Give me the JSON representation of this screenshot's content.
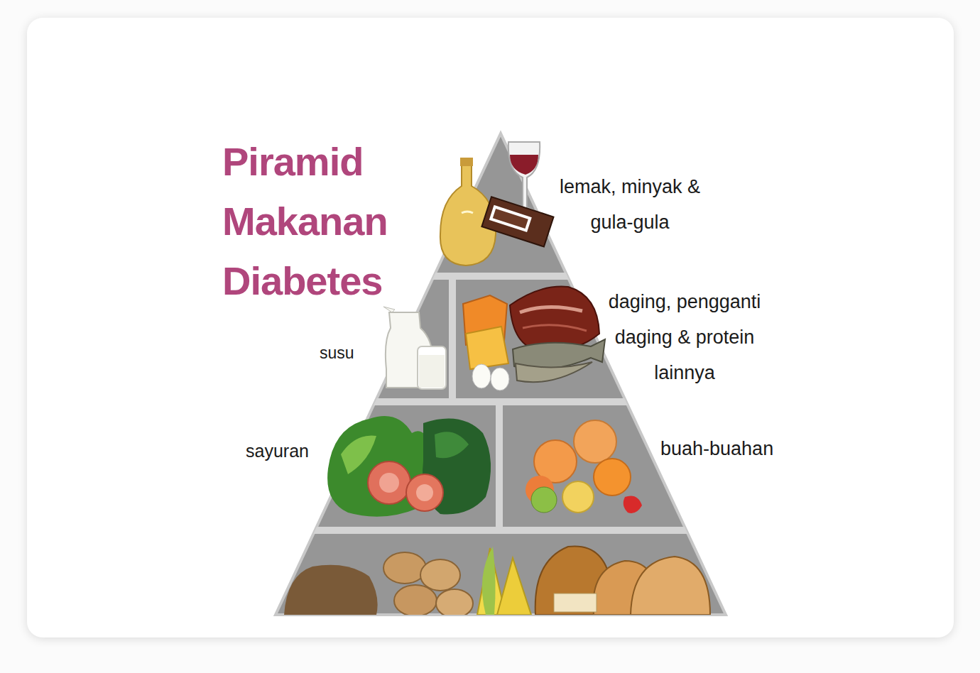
{
  "diagram": {
    "title": "Piramid Makanan Diabetes",
    "labels": [
      "lemak, minyak & gula-gula",
      "daging, pengganti daging & protein lainnya",
      "susu",
      "sayuran",
      "buah-buahan"
    ]
  }
}
